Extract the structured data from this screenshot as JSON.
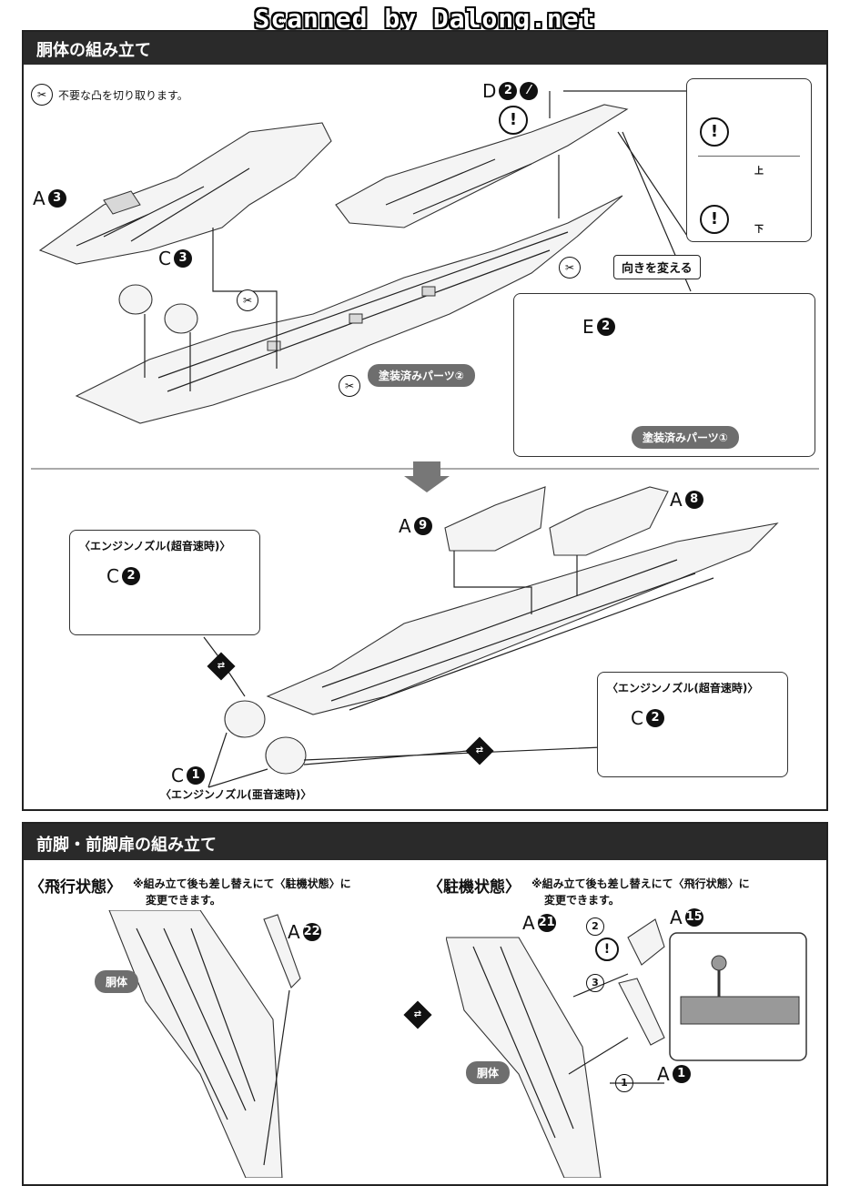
{
  "watermark": "Scanned by Dalong.net",
  "section1": {
    "title": "胴体の組み立て",
    "note": "不要な凸を切り取ります。",
    "painted_2": "塗装済みパーツ②",
    "painted_1": "塗装済みパーツ①",
    "rotate": "向きを変える",
    "top": "上",
    "bottom": "下",
    "parts": {
      "d2": {
        "letter": "D",
        "num": "2"
      },
      "a3": {
        "letter": "A",
        "num": "3"
      },
      "c3": {
        "letter": "C",
        "num": "3"
      },
      "e2": {
        "letter": "E",
        "num": "2"
      },
      "a9": {
        "letter": "A",
        "num": "9"
      },
      "a8": {
        "letter": "A",
        "num": "8"
      },
      "c2a": {
        "letter": "C",
        "num": "2"
      },
      "c2b": {
        "letter": "C",
        "num": "2"
      },
      "c1": {
        "letter": "C",
        "num": "1"
      }
    },
    "nozzle_super": "〈エンジンノズル(超音速時)〉",
    "nozzle_super_b": "〈エンジンノズル(超音速時)〉",
    "nozzle_sub": "〈エンジンノズル(亜音速時)〉",
    "swap_icon": "swap-icon"
  },
  "section2": {
    "title": "前脚・前脚扉の組み立て",
    "flight": {
      "head": "〈飛行状態〉",
      "sub1": "※組み立て後も差し替えにて〈駐機状態〉に",
      "sub2": "変更できます。",
      "body": "胴体",
      "part": {
        "letter": "A",
        "num": "22"
      }
    },
    "parked": {
      "head": "〈駐機状態〉",
      "sub1": "※組み立て後も差し替えにて〈飛行状態〉に",
      "sub2": "変更できます。",
      "body": "胴体",
      "p21": {
        "letter": "A",
        "num": "21"
      },
      "p15": {
        "letter": "A",
        "num": "15"
      },
      "p1": {
        "letter": "A",
        "num": "1"
      },
      "step1": "1",
      "step2": "2",
      "step3": "3"
    }
  }
}
